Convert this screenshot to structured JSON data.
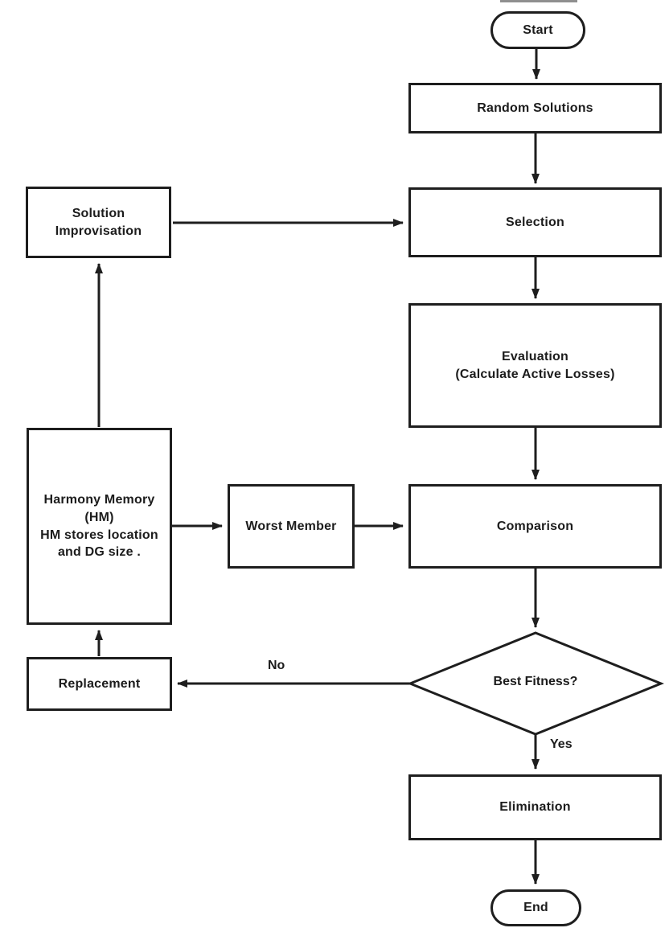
{
  "nodes": {
    "start": "Start",
    "random_solutions": "Random Solutions",
    "solution_improvisation": "Solution\nImprovisation",
    "selection": "Selection",
    "evaluation": "Evaluation\n(Calculate Active Losses)",
    "harmony_memory": "Harmony Memory\n(HM)\nHM stores location\nand DG size .",
    "worst_member": "Worst Member",
    "comparison": "Comparison",
    "best_fitness": "Best Fitness?",
    "replacement": "Replacement",
    "elimination": "Elimination",
    "end": "End"
  },
  "edge_labels": {
    "no": "No",
    "yes": "Yes"
  },
  "colors": {
    "stroke": "#1e1e1e",
    "text": "#1c1c1c",
    "background": "#ffffff"
  }
}
